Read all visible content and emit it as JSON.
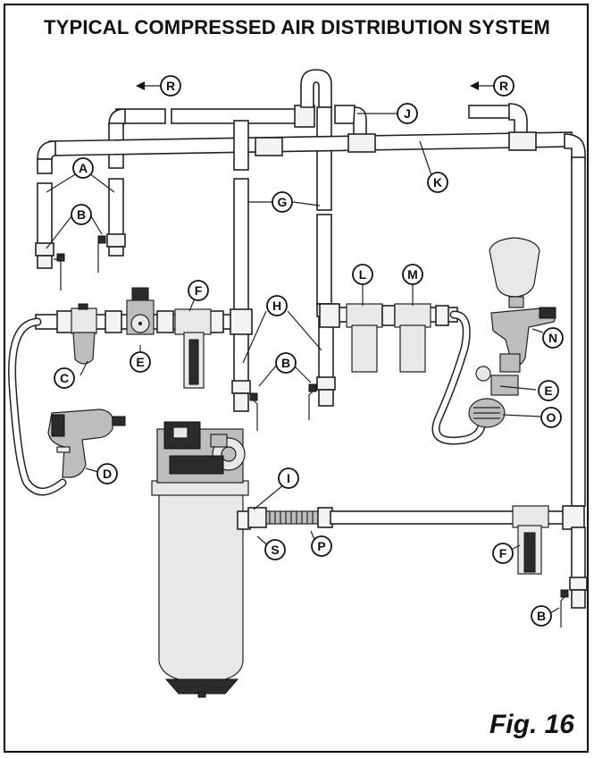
{
  "title": "TYPICAL COMPRESSED AIR DISTRIBUTION SYSTEM",
  "figure_label": "Fig. 16",
  "callouts": {
    "R1": "R",
    "R2": "R",
    "J": "J",
    "K": "K",
    "A": "A",
    "B1": "B",
    "G": "G",
    "F1": "F",
    "H": "H",
    "L": "L",
    "M": "M",
    "C": "C",
    "E1": "E",
    "B2": "B",
    "N": "N",
    "E2": "E",
    "O": "O",
    "D": "D",
    "I": "I",
    "S": "S",
    "P": "P",
    "F2": "F",
    "B3": "B"
  }
}
